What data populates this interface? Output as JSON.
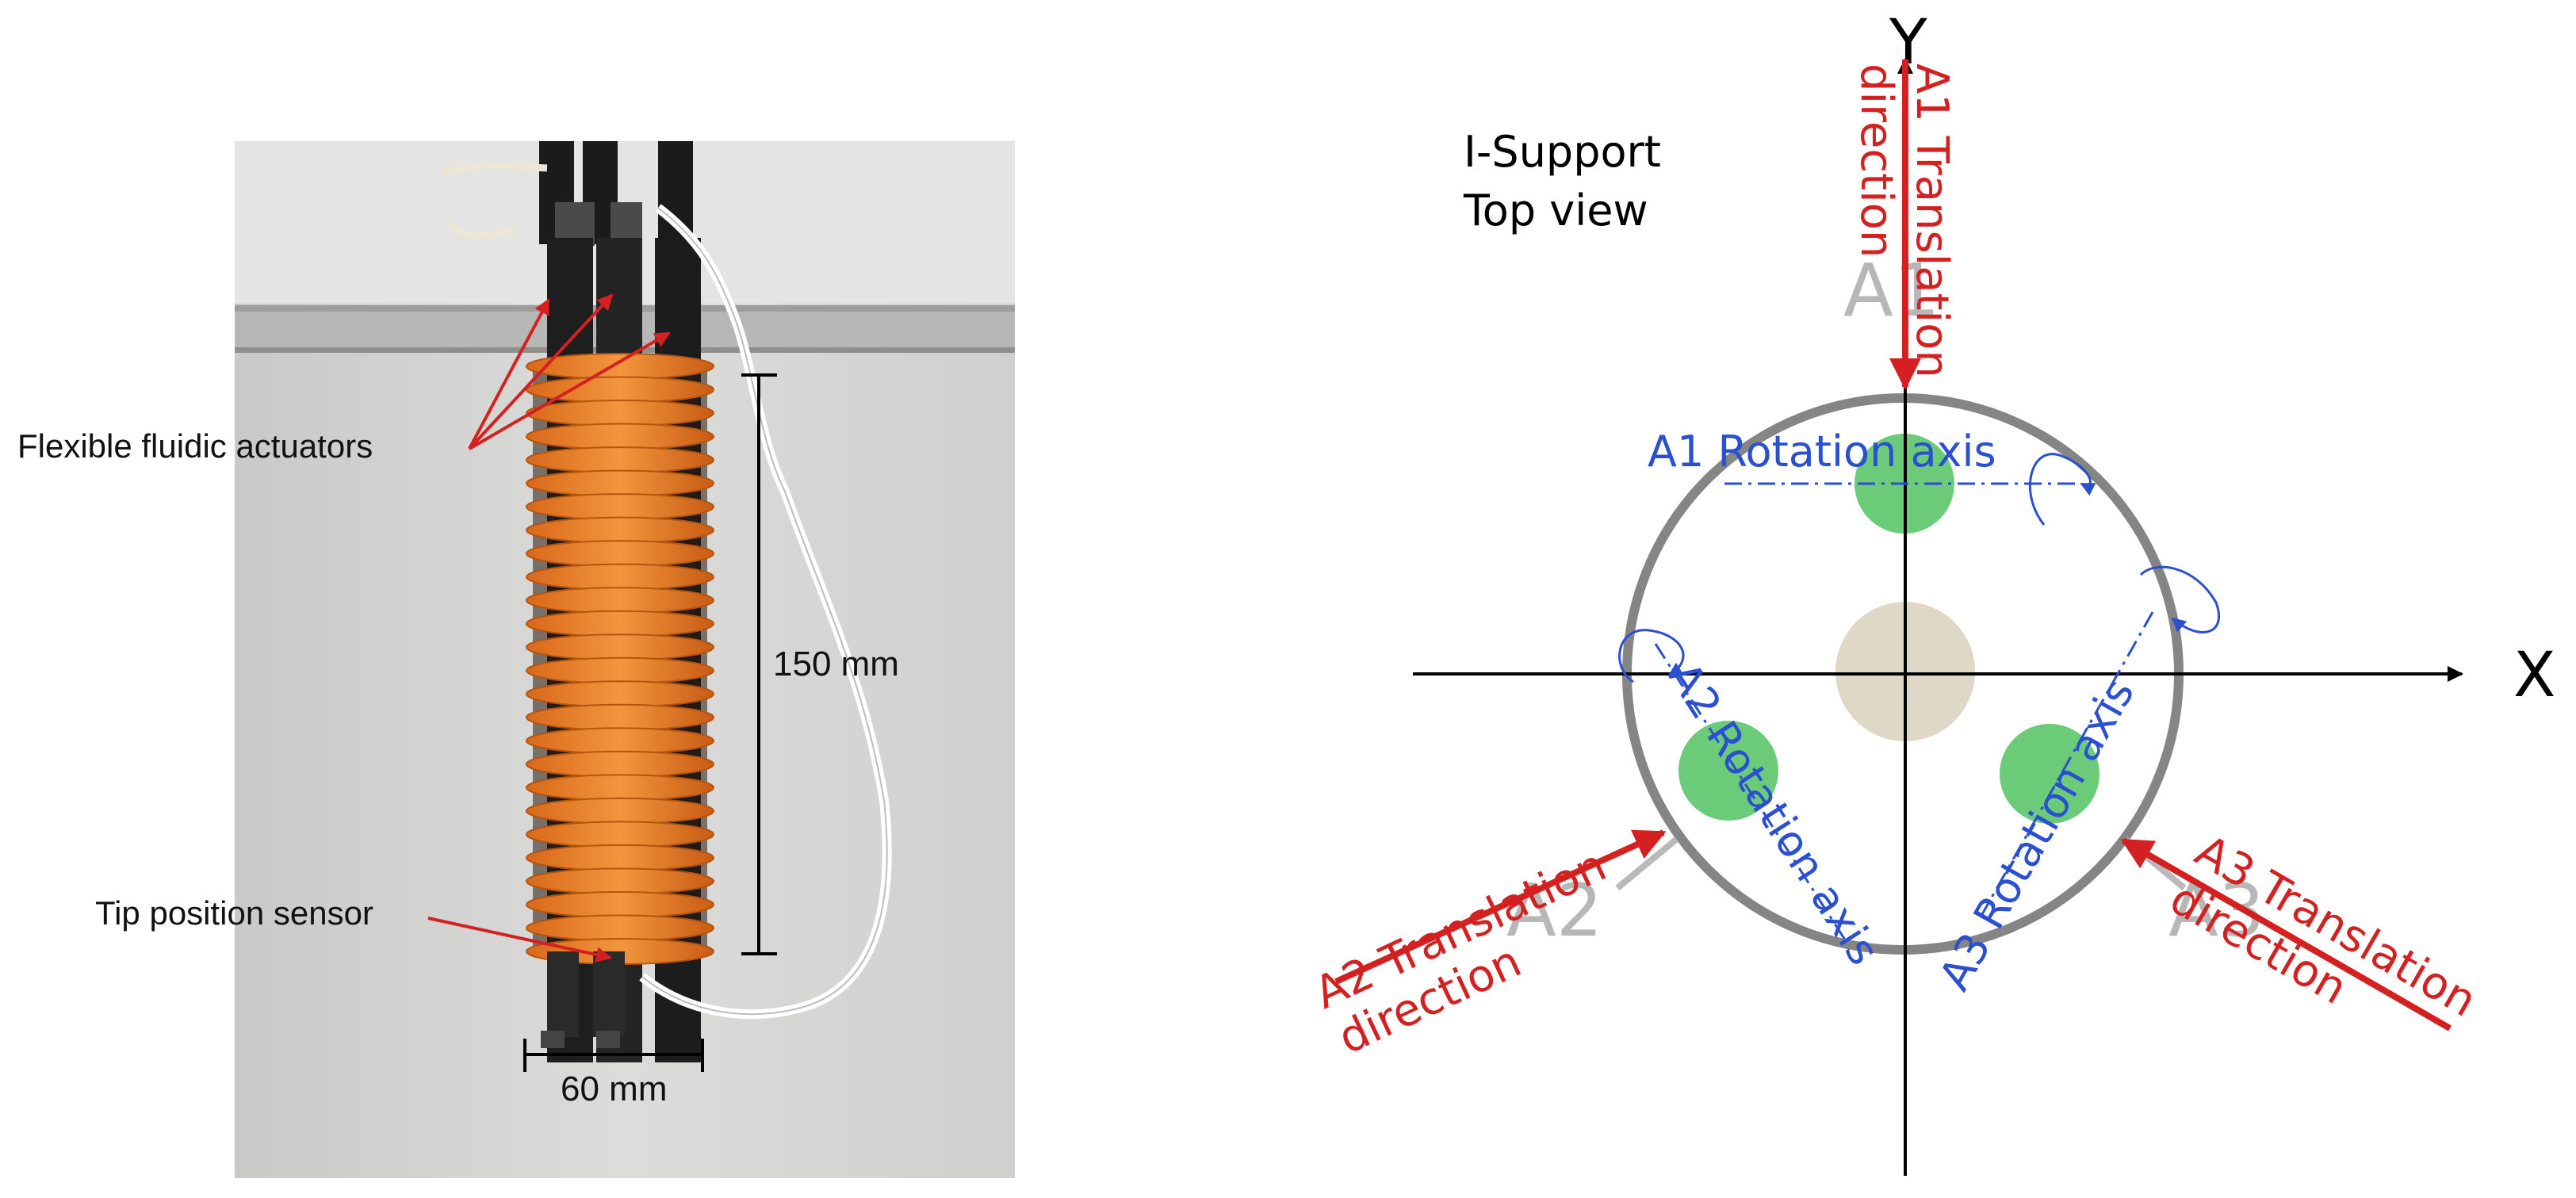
{
  "photo_panel": {
    "labels": {
      "actuators": "Flexible fluidic actuators",
      "sensor": "Tip position sensor",
      "height": "150 mm",
      "width": "60 mm"
    }
  },
  "diagram_panel": {
    "title_line1": "I-Support",
    "title_line2": "Top view",
    "axis_x": "X",
    "axis_y": "Y",
    "module_labels": {
      "a1": "A1",
      "a2": "A2",
      "a3": "A3"
    },
    "translation_labels": {
      "a1_line1": "A1 Translation",
      "a1_line2": "direction",
      "a2_line1": "A2 Translation",
      "a2_line2": "direction",
      "a3_line1": "A3 Translation",
      "a3_line2": "direction"
    },
    "rotation_labels": {
      "a1": "A1 Rotation axis",
      "a2": "A2 Rotation axis",
      "a3": "A3 Rotation axis"
    }
  },
  "colors": {
    "translation": "#d42020",
    "rotation": "#2a4fd1",
    "actuator_green": "#5cc56a",
    "center_beige": "#d9d1bc",
    "ring": "#858585",
    "orange": "#e8791e"
  }
}
